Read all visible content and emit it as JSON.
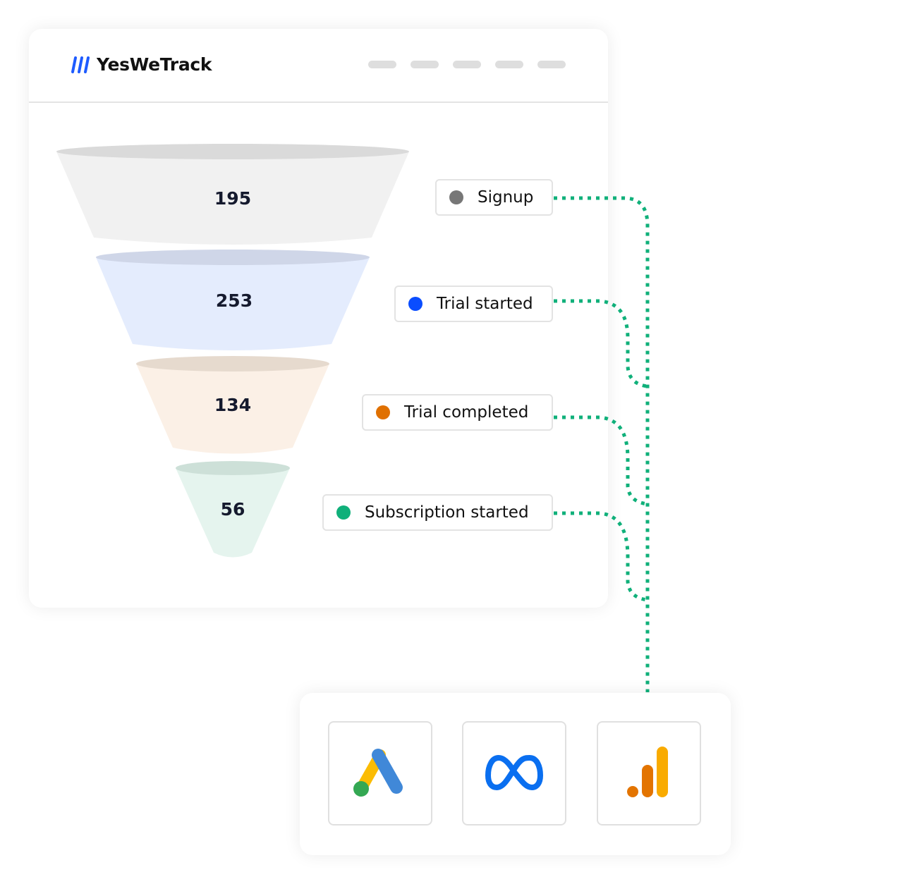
{
  "brand": {
    "name": "YesWeTrack",
    "accent": "#1e5bff"
  },
  "funnel": [
    {
      "value": "195",
      "label": "Signup",
      "color": "#777777"
    },
    {
      "value": "253",
      "label": "Trial started",
      "color": "#0a4dff"
    },
    {
      "value": "134",
      "label": "Trial completed",
      "color": "#e07000"
    },
    {
      "value": "56",
      "label": "Subscription started",
      "color": "#10b07a"
    }
  ],
  "integrations": [
    {
      "icon": "google-ads-icon"
    },
    {
      "icon": "meta-icon"
    },
    {
      "icon": "google-analytics-icon"
    }
  ],
  "connector_color": "#10b07a"
}
